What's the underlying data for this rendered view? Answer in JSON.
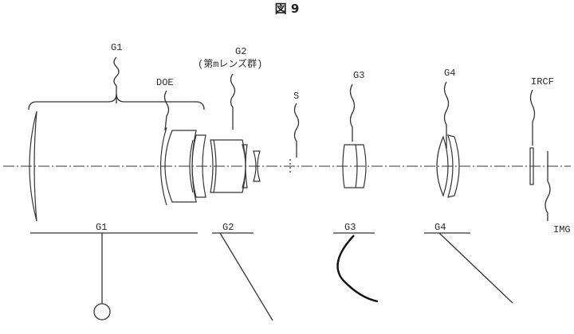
{
  "figure": {
    "title": "図 9"
  },
  "labels": {
    "g1": "G1",
    "doe": "DOE",
    "g2": "G2",
    "g2_note": "(第mレンズ群)",
    "s": "S",
    "g3": "G3",
    "g4": "G4",
    "ircf": "IRCF",
    "img": "IMG"
  },
  "locus_labels": {
    "g1": "G1",
    "g2": "G2",
    "g3": "G3",
    "g4": "G4"
  }
}
